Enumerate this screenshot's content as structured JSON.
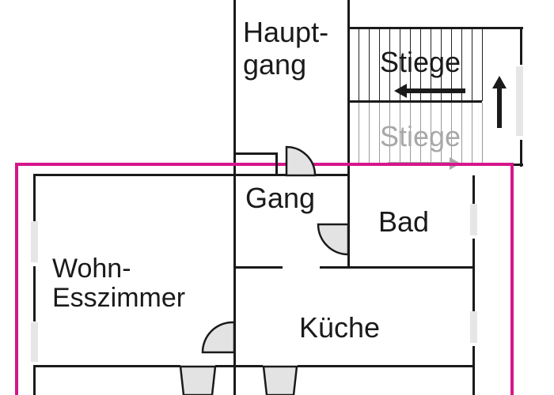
{
  "floor_plan": {
    "rooms": [
      {
        "id": "hauptgang",
        "label_line1": "Haupt-",
        "label_line2": "gang"
      },
      {
        "id": "stiege_upper",
        "label": "Stiege"
      },
      {
        "id": "stiege_lower",
        "label": "Stiege"
      },
      {
        "id": "gang",
        "label": "Gang"
      },
      {
        "id": "bad",
        "label": "Bad"
      },
      {
        "id": "wohn_esszimmer",
        "label_line1": "Wohn-",
        "label_line2": "Esszimmer"
      },
      {
        "id": "kueche",
        "label": "Küche"
      }
    ],
    "colors": {
      "wall": "#1a1a1a",
      "highlight_outline": "#d6168a",
      "window_fill": "#e6e6e6",
      "door_fill": "#e3e3e3",
      "lower_stair_text": "#a8a8a8"
    },
    "icons": {
      "stair_arrow_left": "arrow-left",
      "stair_arrow_up": "arrow-up",
      "stair_arrow_right_grey": "arrow-right"
    }
  }
}
